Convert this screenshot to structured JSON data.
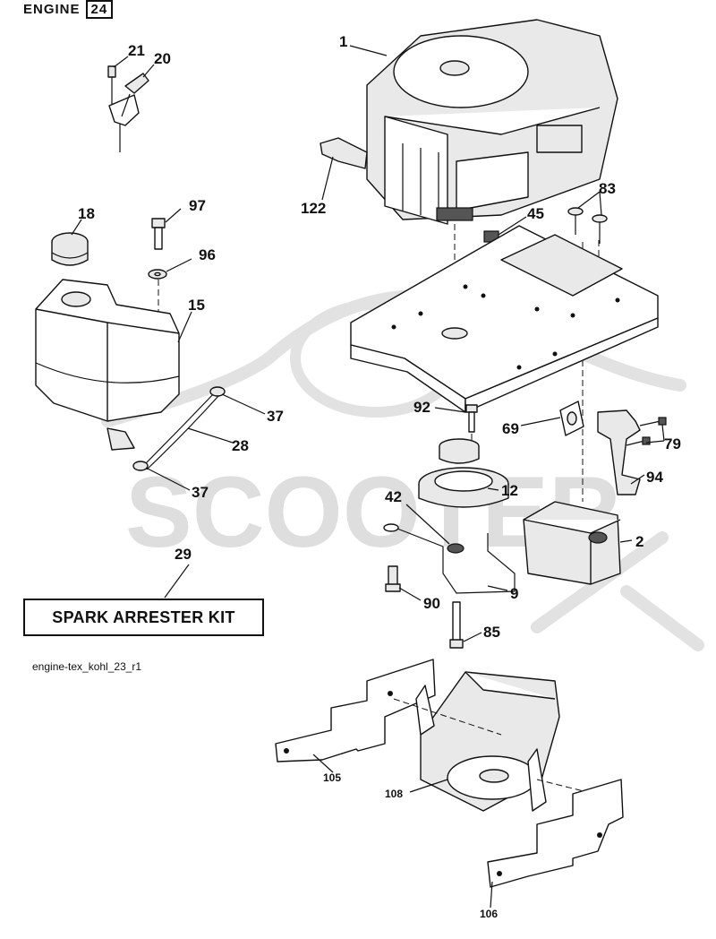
{
  "header": {
    "title": "ENGINE",
    "page_number": "24"
  },
  "kit_label": "SPARK ARRESTER KIT",
  "reference_code": "engine-tex_kohl_23_r1",
  "watermark": {
    "text": "SCOOTER",
    "color": "#dedede"
  },
  "callouts": {
    "c1": "1",
    "c2": "2",
    "c9": "9",
    "c12": "12",
    "c15": "15",
    "c18": "18",
    "c20": "20",
    "c21": "21",
    "c28": "28",
    "c29": "29",
    "c37a": "37",
    "c37b": "37",
    "c42": "42",
    "c45": "45",
    "c69": "69",
    "c79": "79",
    "c83": "83",
    "c85": "85",
    "c90": "90",
    "c92": "92",
    "c94": "94",
    "c96": "96",
    "c97": "97",
    "c105": "105",
    "c106": "106",
    "c108": "108",
    "c122": "122"
  }
}
